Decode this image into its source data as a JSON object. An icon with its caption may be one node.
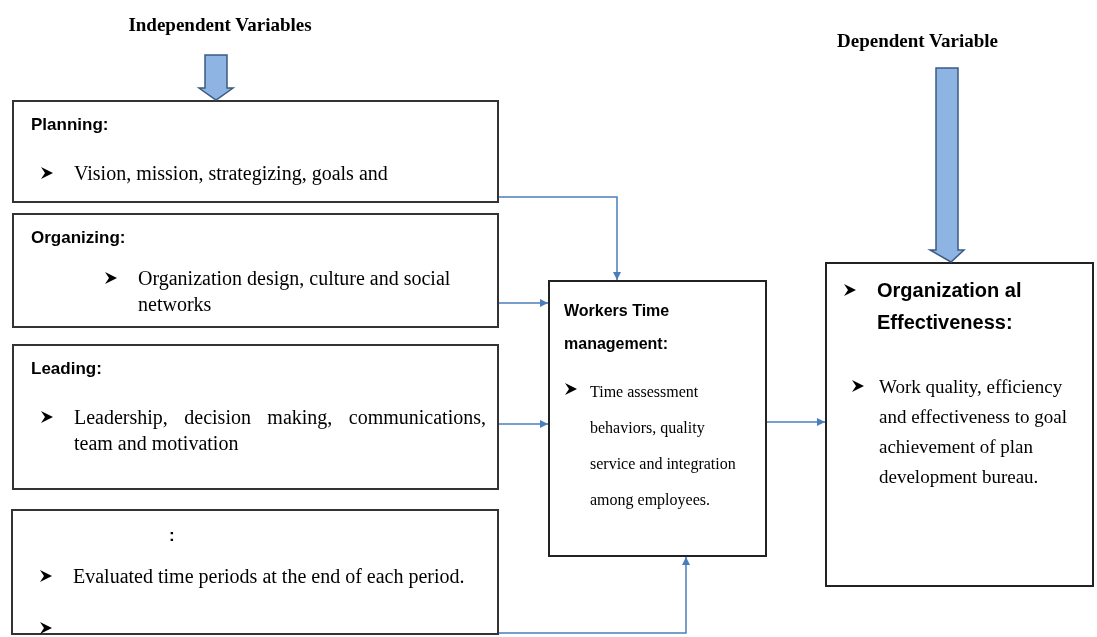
{
  "diagram": {
    "nodes": [
      {
        "text": [
          "Independent Variables"
        ]
      },
      {
        "text": [
          "Planning:",
          "Vision, mission, strategizing, goals and"
        ]
      },
      {
        "text": [
          "Organizing:",
          "Organization design, culture and social networks"
        ]
      },
      {
        "text": [
          "Leading:",
          "Leadership, decision making, communications, team and motivation"
        ]
      },
      {
        "text": [
          ":",
          "Evaluated time periods at the end of each period."
        ]
      },
      {
        "text": [
          "Workers Time management:",
          "Time assessment behaviors, quality service and integration among employees."
        ]
      },
      {
        "text": [
          "Dependent Variable"
        ]
      },
      {
        "text": [
          "Organization al Effectiveness:",
          "Work quality, efficiency and effectiveness to goal achievement of plan development bureau."
        ]
      }
    ],
    "edges": [
      {
        "from": 0,
        "to": 1,
        "arrow": "to",
        "style": "thick"
      },
      {
        "from": 1,
        "to": 5,
        "arrow": "to"
      },
      {
        "from": 2,
        "to": 5,
        "arrow": "to"
      },
      {
        "from": 3,
        "to": 5,
        "arrow": "to"
      },
      {
        "from": 4,
        "to": 5,
        "arrow": "to"
      },
      {
        "from": 5,
        "to": 7,
        "arrow": "to"
      },
      {
        "from": 6,
        "to": 7,
        "arrow": "to",
        "style": "thick"
      }
    ]
  }
}
